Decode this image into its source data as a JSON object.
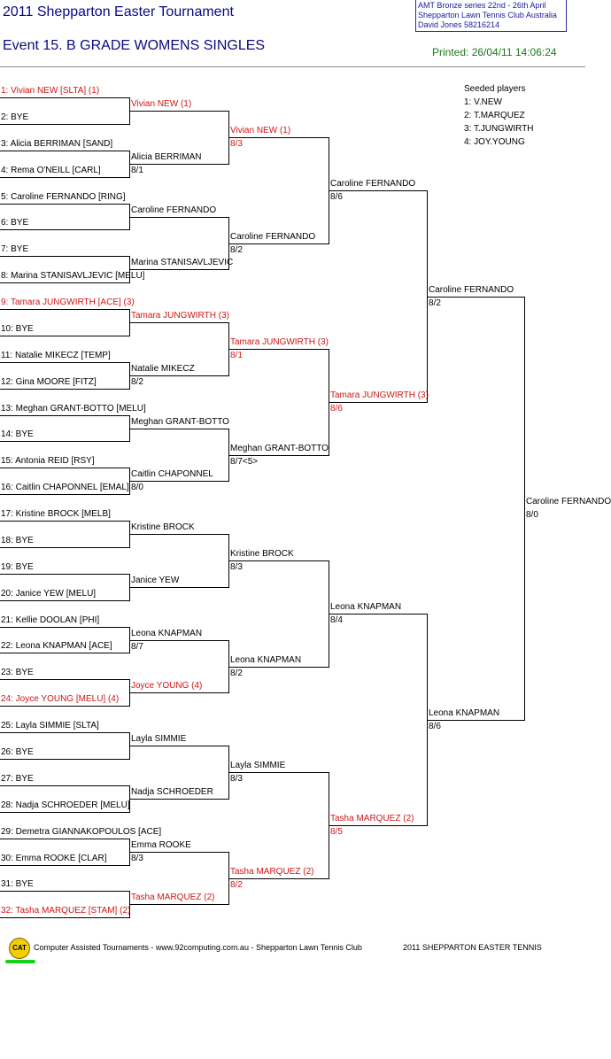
{
  "header": {
    "title": "2011 Shepparton Easter Tournament",
    "event": "Event 15. B GRADE WOMENS SINGLES",
    "info_line1": "AMT Bronze series    22nd - 26th April",
    "info_line2": "Shepparton Lawn Tennis Club    Australia",
    "info_line3": "David Jones    58216214",
    "printed": "Printed: 26/04/11 14:06:24"
  },
  "seeds": {
    "title": "Seeded players",
    "items": [
      "1: V.NEW",
      "2: T.MARQUEZ",
      "3: T.JUNGWIRTH",
      "4: JOY.YOUNG"
    ]
  },
  "draw": [
    {
      "text": "1: Vivian NEW [SLTA] (1)",
      "red": true
    },
    {
      "text": "2: BYE",
      "red": false
    },
    {
      "text": "3: Alicia BERRIMAN [SAND]",
      "red": false
    },
    {
      "text": "4: Rema O'NEILL [CARL]",
      "red": false
    },
    {
      "text": "5: Caroline FERNANDO [RING]",
      "red": false
    },
    {
      "text": "6: BYE",
      "red": false
    },
    {
      "text": "7: BYE",
      "red": false
    },
    {
      "text": "8: Marina STANISAVLJEVIC [MELU]",
      "red": false
    },
    {
      "text": "9: Tamara JUNGWIRTH [ACE] (3)",
      "red": true
    },
    {
      "text": "10: BYE",
      "red": false
    },
    {
      "text": "11: Natalie MIKECZ [TEMP]",
      "red": false
    },
    {
      "text": "12: Gina MOORE [FITZ]",
      "red": false
    },
    {
      "text": "13: Meghan GRANT-BOTTO [MELU]",
      "red": false
    },
    {
      "text": "14: BYE",
      "red": false
    },
    {
      "text": "15: Antonia REID [RSY]",
      "red": false
    },
    {
      "text": "16: Caitlin CHAPONNEL [EMAL]",
      "red": false
    },
    {
      "text": "17: Kristine BROCK [MELB]",
      "red": false
    },
    {
      "text": "18: BYE",
      "red": false
    },
    {
      "text": "19: BYE",
      "red": false
    },
    {
      "text": "20: Janice YEW [MELU]",
      "red": false
    },
    {
      "text": "21: Kellie DOOLAN [PHI]",
      "red": false
    },
    {
      "text": "22: Leona KNAPMAN [ACE]",
      "red": false
    },
    {
      "text": "23: BYE",
      "red": false
    },
    {
      "text": "24: Joyce YOUNG [MELU] (4)",
      "red": true
    },
    {
      "text": "25: Layla SIMMIE [SLTA]",
      "red": false
    },
    {
      "text": "26: BYE",
      "red": false
    },
    {
      "text": "27: BYE",
      "red": false
    },
    {
      "text": "28: Nadja SCHROEDER [MELU]",
      "red": false
    },
    {
      "text": "29: Demetra GIANNAKOPOULOS [ACE]",
      "red": false
    },
    {
      "text": "30: Emma ROOKE [CLAR]",
      "red": false
    },
    {
      "text": "31: BYE",
      "red": false
    },
    {
      "text": "32: Tasha MARQUEZ [STAM] (2)",
      "red": true
    }
  ],
  "rounds": [
    [
      {
        "name": "Vivian NEW (1)",
        "score": "",
        "red": true
      },
      {
        "name": "Alicia BERRIMAN",
        "score": "8/1",
        "red": false
      },
      {
        "name": "Caroline FERNANDO",
        "score": "",
        "red": false
      },
      {
        "name": "Marina STANISAVLJEVIC",
        "score": "",
        "red": false
      },
      {
        "name": "Tamara JUNGWIRTH (3)",
        "score": "",
        "red": true
      },
      {
        "name": "Natalie MIKECZ",
        "score": "8/2",
        "red": false
      },
      {
        "name": "Meghan GRANT-BOTTO",
        "score": "",
        "red": false
      },
      {
        "name": "Caitlin CHAPONNEL",
        "score": "8/0",
        "red": false
      },
      {
        "name": "Kristine BROCK",
        "score": "",
        "red": false
      },
      {
        "name": "Janice YEW",
        "score": "",
        "red": false
      },
      {
        "name": "Leona KNAPMAN",
        "score": "8/7",
        "red": false
      },
      {
        "name": "Joyce YOUNG (4)",
        "score": "",
        "red": true
      },
      {
        "name": "Layla SIMMIE",
        "score": "",
        "red": false
      },
      {
        "name": "Nadja SCHROEDER",
        "score": "",
        "red": false
      },
      {
        "name": "Emma ROOKE",
        "score": "8/3",
        "red": false
      },
      {
        "name": "Tasha MARQUEZ (2)",
        "score": "",
        "red": true
      }
    ],
    [
      {
        "name": "Vivian NEW (1)",
        "score": "8/3",
        "red": true
      },
      {
        "name": "Caroline FERNANDO",
        "score": "8/2",
        "red": false
      },
      {
        "name": "Tamara JUNGWIRTH (3)",
        "score": "8/1",
        "red": true
      },
      {
        "name": "Meghan GRANT-BOTTO",
        "score": "8/7<5>",
        "red": false
      },
      {
        "name": "Kristine BROCK",
        "score": "8/3",
        "red": false
      },
      {
        "name": "Leona KNAPMAN",
        "score": "8/2",
        "red": false
      },
      {
        "name": "Layla SIMMIE",
        "score": "8/3",
        "red": false
      },
      {
        "name": "Tasha MARQUEZ (2)",
        "score": "8/2",
        "red": true
      }
    ],
    [
      {
        "name": "Caroline FERNANDO",
        "score": "8/6",
        "red": false
      },
      {
        "name": "Tamara JUNGWIRTH (3)",
        "score": "8/6",
        "red": true
      },
      {
        "name": "Leona KNAPMAN",
        "score": "8/4",
        "red": false
      },
      {
        "name": "Tasha MARQUEZ (2)",
        "score": "8/5",
        "red": true
      }
    ],
    [
      {
        "name": "Caroline FERNANDO",
        "score": "8/2",
        "red": false
      },
      {
        "name": "Leona KNAPMAN",
        "score": "8/6",
        "red": false
      }
    ],
    [
      {
        "name": "Caroline FERNANDO",
        "score": "8/0",
        "red": false
      }
    ]
  ],
  "footer": {
    "logo_text": "CAT",
    "left": "Computer Assisted Tournaments - www.92computing.com.au  -  Shepparton Lawn Tennis Club",
    "right": "2011 SHEPPARTON EASTER TENNIS"
  }
}
